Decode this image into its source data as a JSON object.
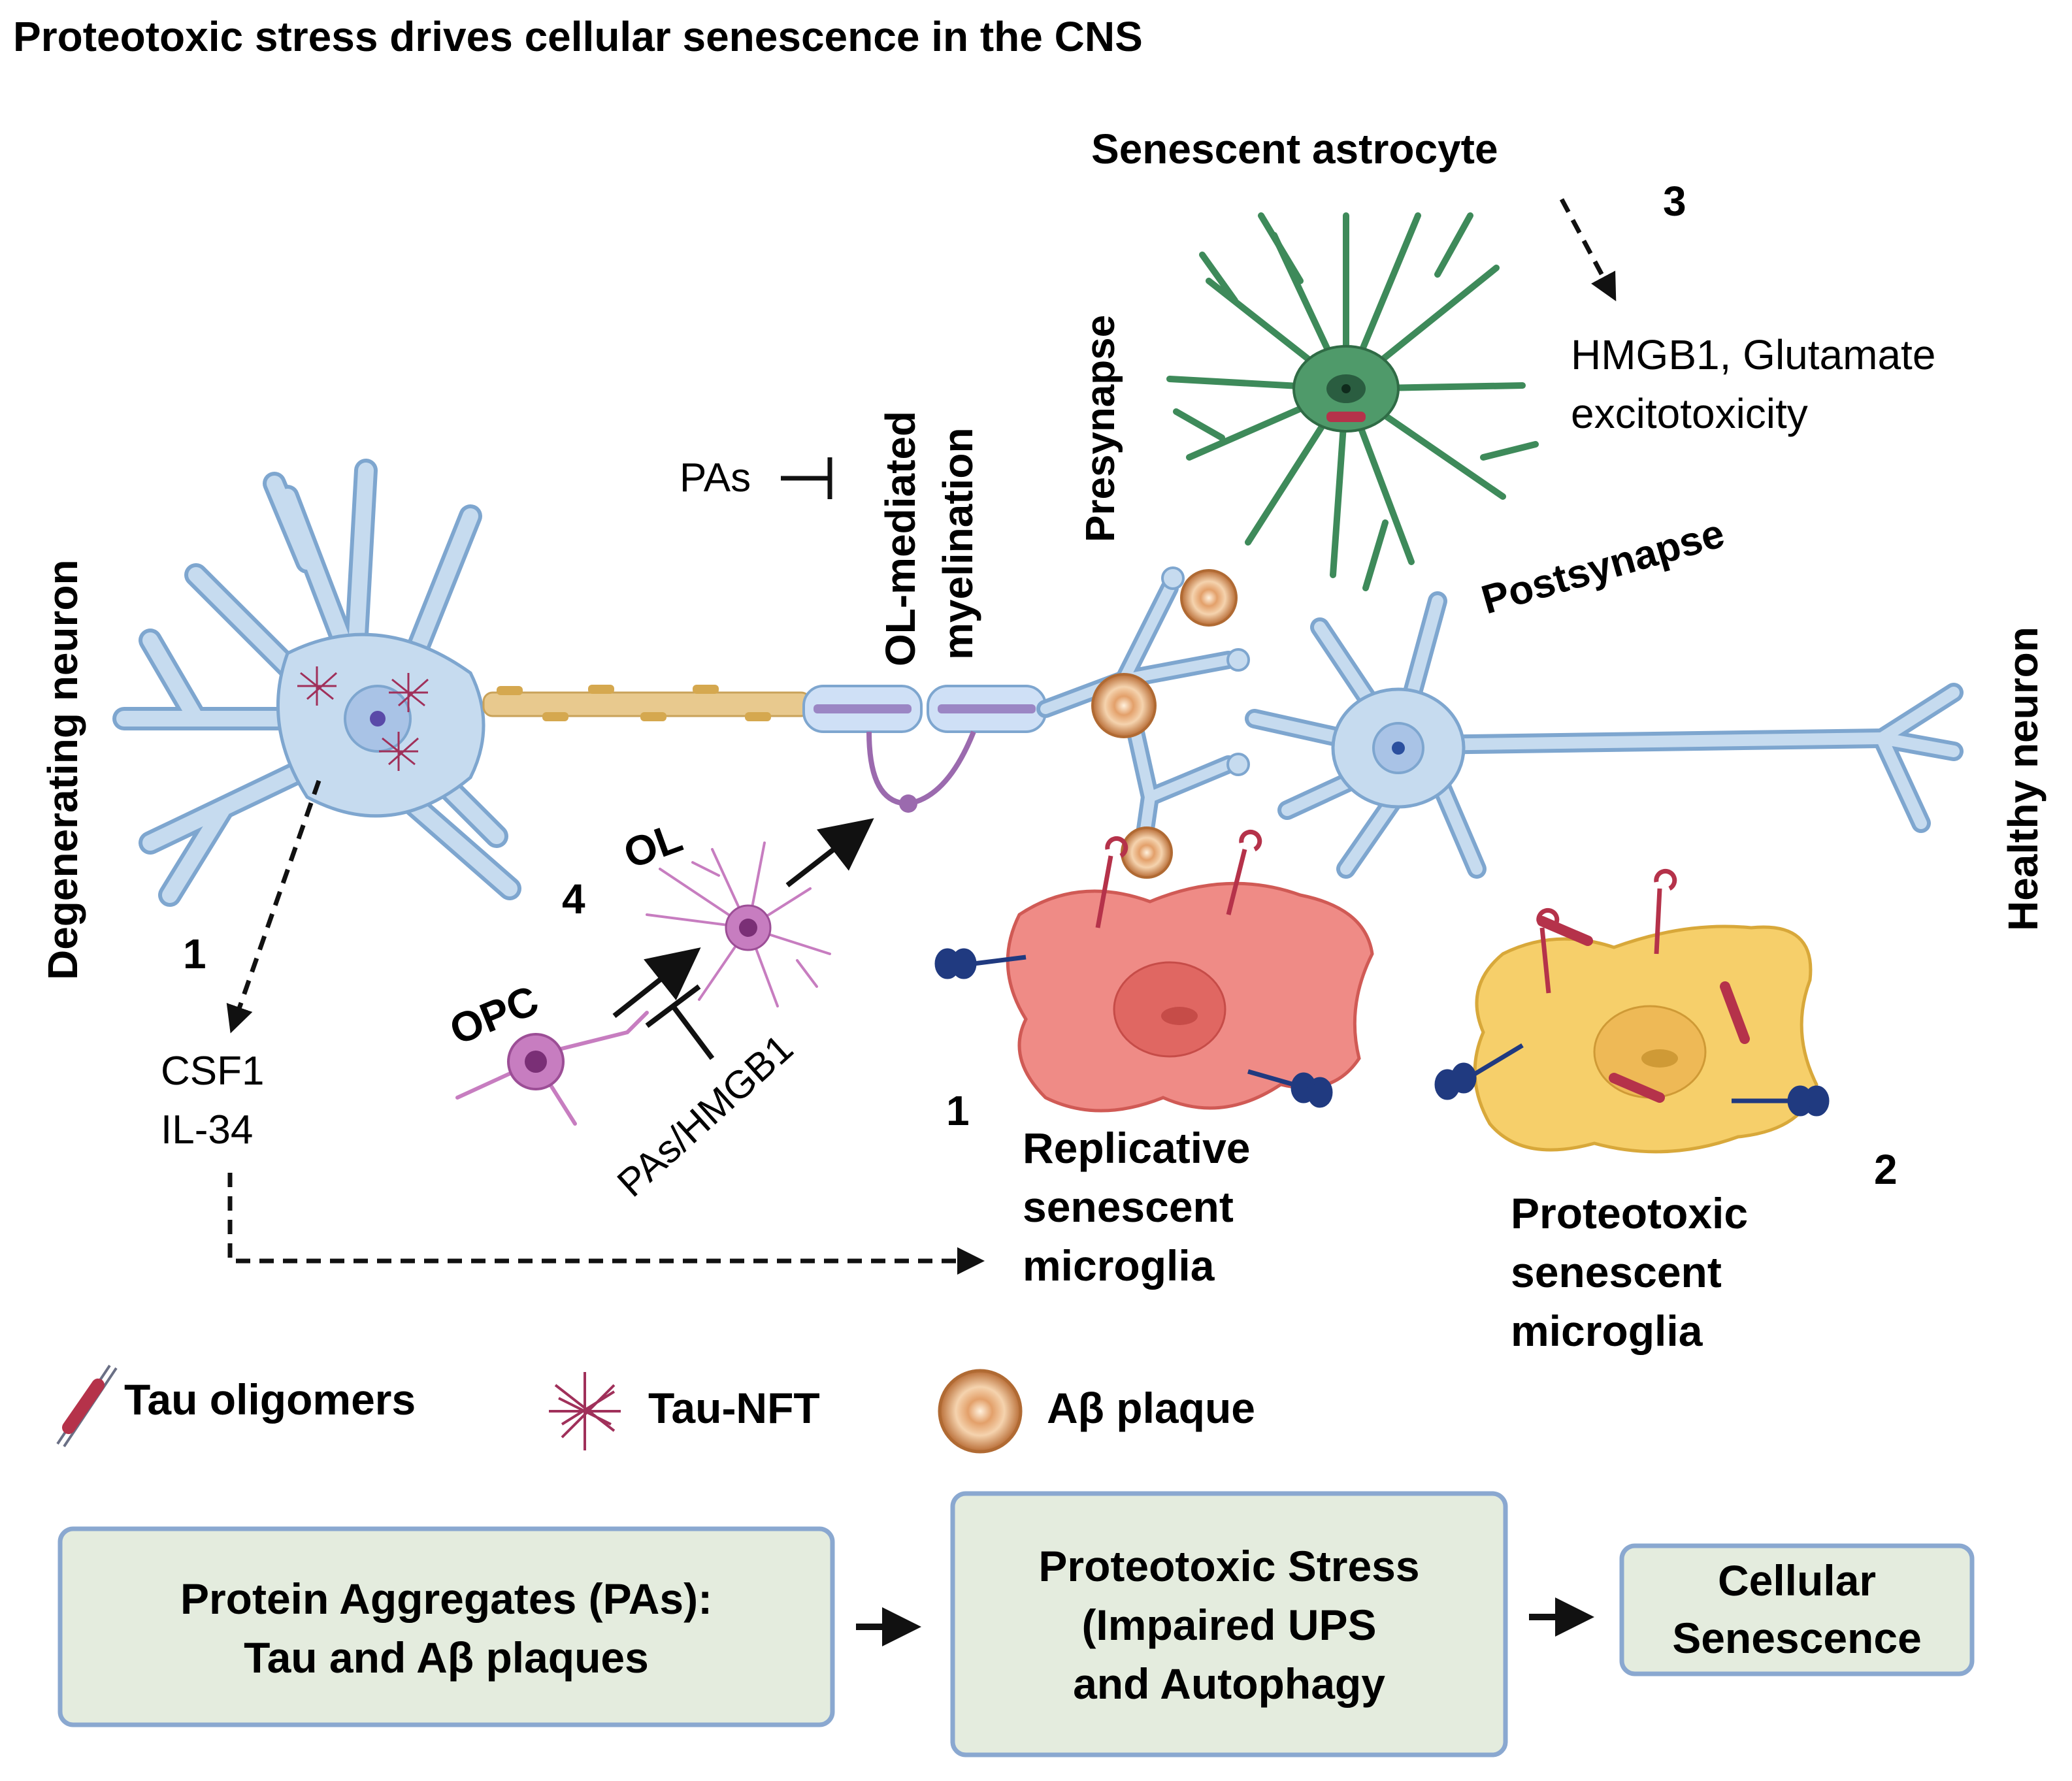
{
  "title": "Proteotoxic stress drives cellular senescence in the CNS",
  "labels": {
    "degenerating_neuron": "Degenerating neuron",
    "healthy_neuron": "Healthy neuron",
    "senescent_astrocyte": "Senescent astrocyte",
    "presynapse": "Presynapse",
    "postsynapse": "Postsynapse",
    "ol_mediated": "OL-mediated",
    "myelination": "myelination",
    "pas": "PAs",
    "ol": "OL",
    "opc": "OPC",
    "pas_hmgb1": "PAs/HMGB1",
    "csf1": "CSF1",
    "il34": "IL-34",
    "hmgb1_glutamate": "HMGB1, Glutamate",
    "excitotoxicity": "excitotoxicity",
    "replicative_line1": "Replicative",
    "replicative_line2": "senescent",
    "replicative_line3": "microglia",
    "proteotoxic_line1": "Proteotoxic",
    "proteotoxic_line2": "senescent",
    "proteotoxic_line3": "microglia"
  },
  "numbers": {
    "n1_left": "1",
    "n1_microglia": "1",
    "n2": "2",
    "n3": "3",
    "n4": "4"
  },
  "legend": {
    "tau_oligomers": "Tau oligomers",
    "tau_nft": "Tau-NFT",
    "ab_plaque": "Aβ plaque"
  },
  "flow": {
    "box1_line1": "Protein Aggregates (PAs):",
    "box1_line2": "Tau and Aβ plaques",
    "box2_line1": "Proteotoxic Stress",
    "box2_line2": "(Impaired UPS",
    "box2_line3": "and Autophagy",
    "box3_line1": "Cellular",
    "box3_line2": "Senescence"
  },
  "colors": {
    "neuron": "#c6dbef",
    "neuron_stroke": "#7ea6cf",
    "astrocyte": "#4f9a6a",
    "oligodendrocyte": "#c77dc0",
    "replicative_microglia": "#ef8b86",
    "proteotoxic_microglia": "#f6cf6a",
    "tau": "#b5324a",
    "plaque": "#c9804a",
    "box_fill": "#e4ecde",
    "box_stroke": "#8aa8d0"
  }
}
